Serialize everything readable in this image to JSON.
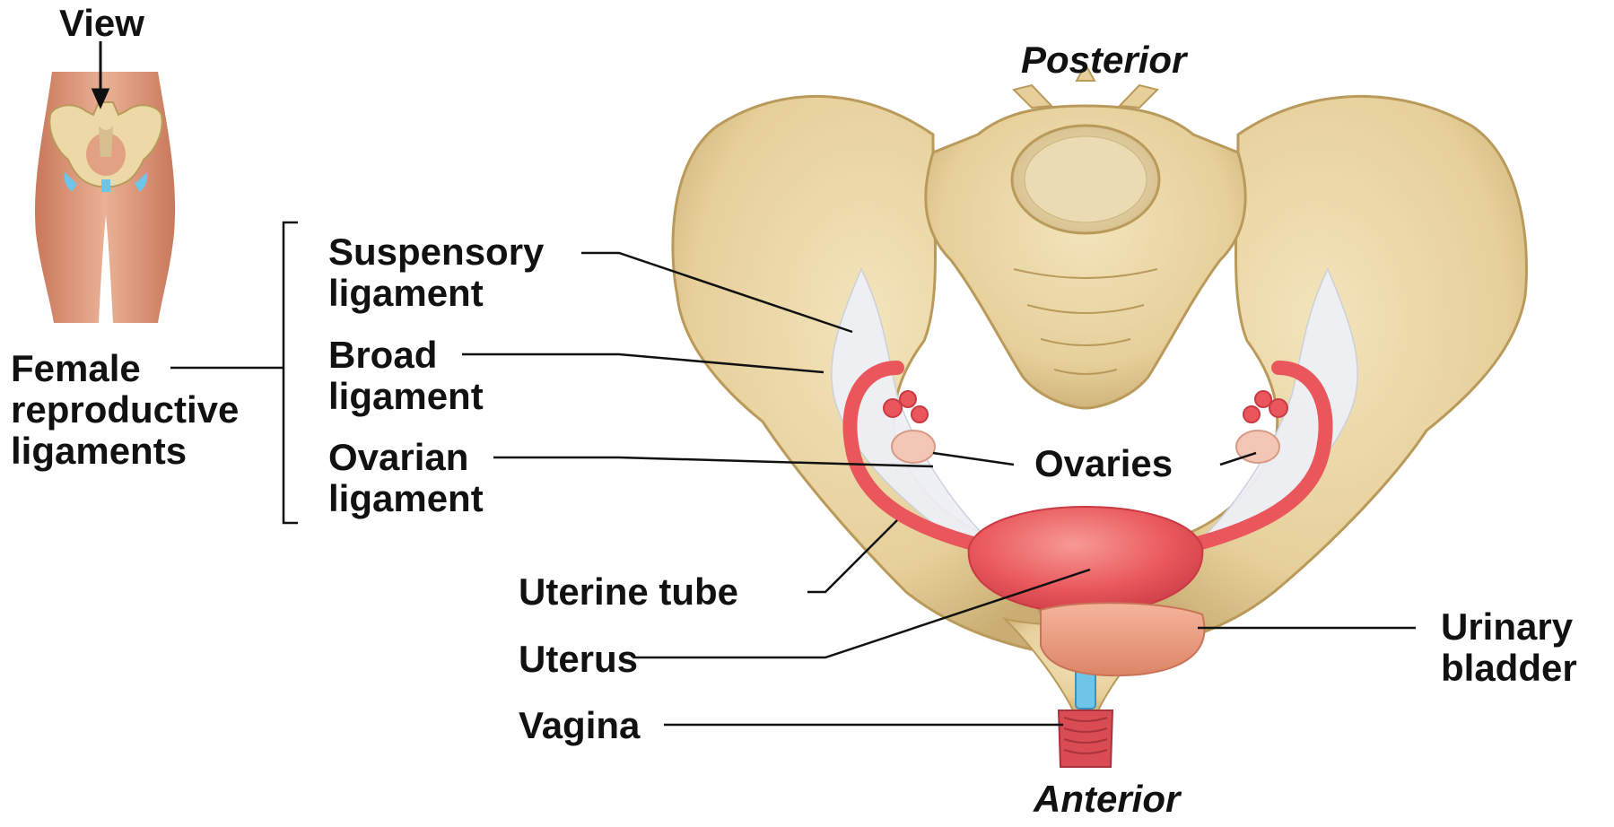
{
  "orientation": {
    "top": "Posterior",
    "bottom": "Anterior"
  },
  "inset": {
    "view_label": "View"
  },
  "group": {
    "label_lines": [
      "Female",
      "reproductive",
      "ligaments"
    ]
  },
  "labels": {
    "suspensory_ligament": [
      "Suspensory",
      "ligament"
    ],
    "broad_ligament": [
      "Broad",
      "ligament"
    ],
    "ovarian_ligament": [
      "Ovarian",
      "ligament"
    ],
    "ovaries": "Ovaries",
    "uterine_tube": "Uterine tube",
    "uterus": "Uterus",
    "vagina": "Vagina",
    "urinary_bladder": [
      "Urinary",
      "bladder"
    ]
  },
  "colors": {
    "bone": "#e8d3a0",
    "bone_shadow": "#c9ad72",
    "uterus": "#e9575c",
    "ovary": "#f3c6b6",
    "bladder": "#ec9c82",
    "ligament": "#eef0f6",
    "skin": "#e2a183",
    "leader_line": "#111111"
  }
}
